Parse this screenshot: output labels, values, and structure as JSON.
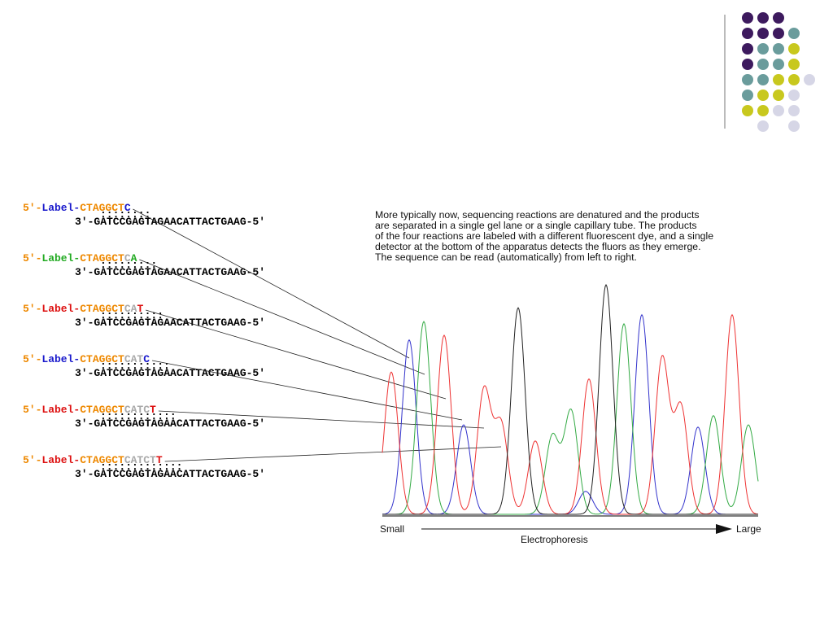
{
  "caption": {
    "lines": [
      "More typically now, sequencing reactions are denatured and the products",
      "are separated in a single gel lane or a single capillary tube.  The products",
      "of the four reactions are labeled with a different fluorescent dye, and a single",
      "detector at the bottom of the apparatus detects the fluors as they emerge.",
      "The sequence can be read (automatically) from left to right."
    ]
  },
  "template_strand": "3'-GATCCGAGTAGAACATTACTGAAG-5'",
  "primers": [
    {
      "prefix": "5'-",
      "label": "Label-",
      "primer": "CTAGGCT",
      "ext": "",
      "term": "C",
      "label_color": "#1a1acc",
      "term_color": "#1a1acc",
      "pairs": ":::::::: "
    },
    {
      "prefix": "5'-",
      "label": "Label-",
      "primer": "CTAGGCT",
      "ext": "C",
      "term": "A",
      "label_color": "#22aa22",
      "term_color": "#22aa22",
      "pairs": ":::::::::"
    },
    {
      "prefix": "5'-",
      "label": "Label-",
      "primer": "CTAGGCT",
      "ext": "CA",
      "term": "T",
      "label_color": "#dd1111",
      "term_color": "#dd1111",
      "pairs": "::::::::::"
    },
    {
      "prefix": "5'-",
      "label": "Label-",
      "primer": "CTAGGCT",
      "ext": "CAT",
      "term": "C",
      "label_color": "#1a1acc",
      "term_color": "#1a1acc",
      "pairs": ":::::::::::"
    },
    {
      "prefix": "5'-",
      "label": "Label-",
      "primer": "CTAGGCT",
      "ext": "CATC",
      "term": "T",
      "label_color": "#dd1111",
      "term_color": "#dd1111",
      "pairs": "::::::::::::"
    },
    {
      "prefix": "5'-",
      "label": "Label-",
      "primer": "CTAGGCT",
      "ext": "CATCT",
      "term": "T",
      "label_color": "#dd1111",
      "term_color": "#dd1111",
      "pairs": ":::::::::::::"
    }
  ],
  "axis": {
    "small_label": "Small",
    "large_label": "Large",
    "title": "Electrophoresis"
  },
  "colors": {
    "primer": "#ee8800",
    "extension": "#aaaaaa",
    "prefix": "#ee8800",
    "template": "#000000",
    "trace_blue": "#3333cc",
    "trace_green": "#33aa44",
    "trace_red": "#ee3333",
    "trace_black": "#222222",
    "deco_purple": "#3d1a5e",
    "deco_teal": "#6a9c9c",
    "deco_yellow": "#c8c81e",
    "deco_lavender": "#d6d6e6"
  },
  "chart_data": {
    "type": "line",
    "xlabel": "Electrophoresis",
    "series": [
      {
        "color": "blue",
        "peaks": [
          {
            "x": 503,
            "h": 0.76
          },
          {
            "x": 570,
            "h": 0.39
          },
          {
            "x": 720,
            "h": 0.1
          },
          {
            "x": 789,
            "h": 0.87
          },
          {
            "x": 858,
            "h": 0.38
          }
        ]
      },
      {
        "color": "green",
        "peaks": [
          {
            "x": 521,
            "h": 0.84
          },
          {
            "x": 679,
            "h": 0.34
          },
          {
            "x": 702,
            "h": 0.45
          },
          {
            "x": 767,
            "h": 0.83
          },
          {
            "x": 877,
            "h": 0.43
          },
          {
            "x": 920,
            "h": 0.39
          }
        ]
      },
      {
        "color": "red",
        "peaks": [
          {
            "x": 481,
            "h": 0.62
          },
          {
            "x": 546,
            "h": 0.78
          },
          {
            "x": 595,
            "h": 0.54
          },
          {
            "x": 616,
            "h": 0.39
          },
          {
            "x": 658,
            "h": 0.32
          },
          {
            "x": 724,
            "h": 0.59
          },
          {
            "x": 814,
            "h": 0.68
          },
          {
            "x": 837,
            "h": 0.47
          },
          {
            "x": 900,
            "h": 0.87
          }
        ]
      },
      {
        "color": "black",
        "peaks": [
          {
            "x": 637,
            "h": 0.9
          },
          {
            "x": 745,
            "h": 1.0
          }
        ]
      }
    ]
  }
}
